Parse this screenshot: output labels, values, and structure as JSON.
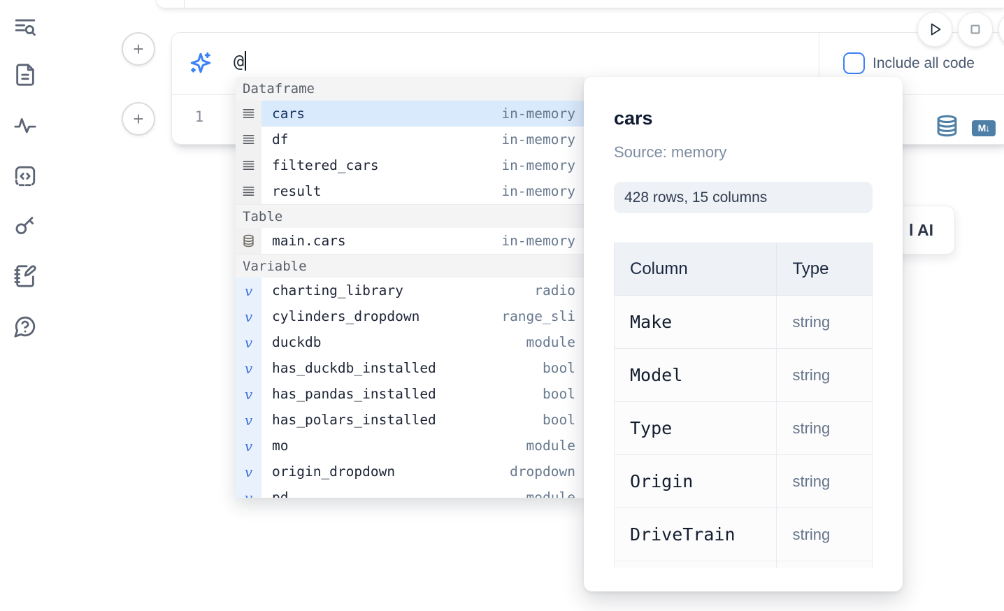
{
  "colors": {
    "accent_blue": "#3b82f6",
    "steel_blue": "#4e7fa6",
    "selection_bg": "#d9eafc"
  },
  "sidebar": {
    "items": [
      {
        "icon": "list-search-icon"
      },
      {
        "icon": "file-text-icon"
      },
      {
        "icon": "activity-icon"
      },
      {
        "icon": "code-snippet-icon"
      },
      {
        "icon": "key-icon"
      },
      {
        "icon": "notebook-pen-icon"
      },
      {
        "icon": "help-chat-icon"
      }
    ]
  },
  "prompt": {
    "value": "@",
    "add_cell_label": "+"
  },
  "toolbar": {
    "include_all_code_label": "Include all code",
    "md_badge": "M↓"
  },
  "cell": {
    "line_number": "1"
  },
  "ai_button": {
    "visible_label": "l AI"
  },
  "completion": {
    "sections": [
      {
        "label": "Dataframe",
        "kind": "dataframe",
        "items": [
          {
            "name": "cars",
            "detail": "in-memory",
            "selected": true
          },
          {
            "name": "df",
            "detail": "in-memory"
          },
          {
            "name": "filtered_cars",
            "detail": "in-memory"
          },
          {
            "name": "result",
            "detail": "in-memory"
          }
        ]
      },
      {
        "label": "Table",
        "kind": "table",
        "items": [
          {
            "name": "main.cars",
            "detail": "in-memory"
          }
        ]
      },
      {
        "label": "Variable",
        "kind": "variable",
        "items": [
          {
            "name": "charting_library",
            "detail": "radio"
          },
          {
            "name": "cylinders_dropdown",
            "detail": "range_sli"
          },
          {
            "name": "duckdb",
            "detail": "module"
          },
          {
            "name": "has_duckdb_installed",
            "detail": "bool"
          },
          {
            "name": "has_pandas_installed",
            "detail": "bool"
          },
          {
            "name": "has_polars_installed",
            "detail": "bool"
          },
          {
            "name": "mo",
            "detail": "module"
          },
          {
            "name": "origin_dropdown",
            "detail": "dropdown"
          },
          {
            "name": "pd",
            "detail": "module"
          }
        ]
      }
    ]
  },
  "preview": {
    "title": "cars",
    "source": "Source: memory",
    "shape": "428 rows, 15 columns",
    "table": {
      "headers": [
        "Column",
        "Type"
      ],
      "rows": [
        [
          "Make",
          "string"
        ],
        [
          "Model",
          "string"
        ],
        [
          "Type",
          "string"
        ],
        [
          "Origin",
          "string"
        ],
        [
          "DriveTrain",
          "string"
        ]
      ]
    }
  }
}
